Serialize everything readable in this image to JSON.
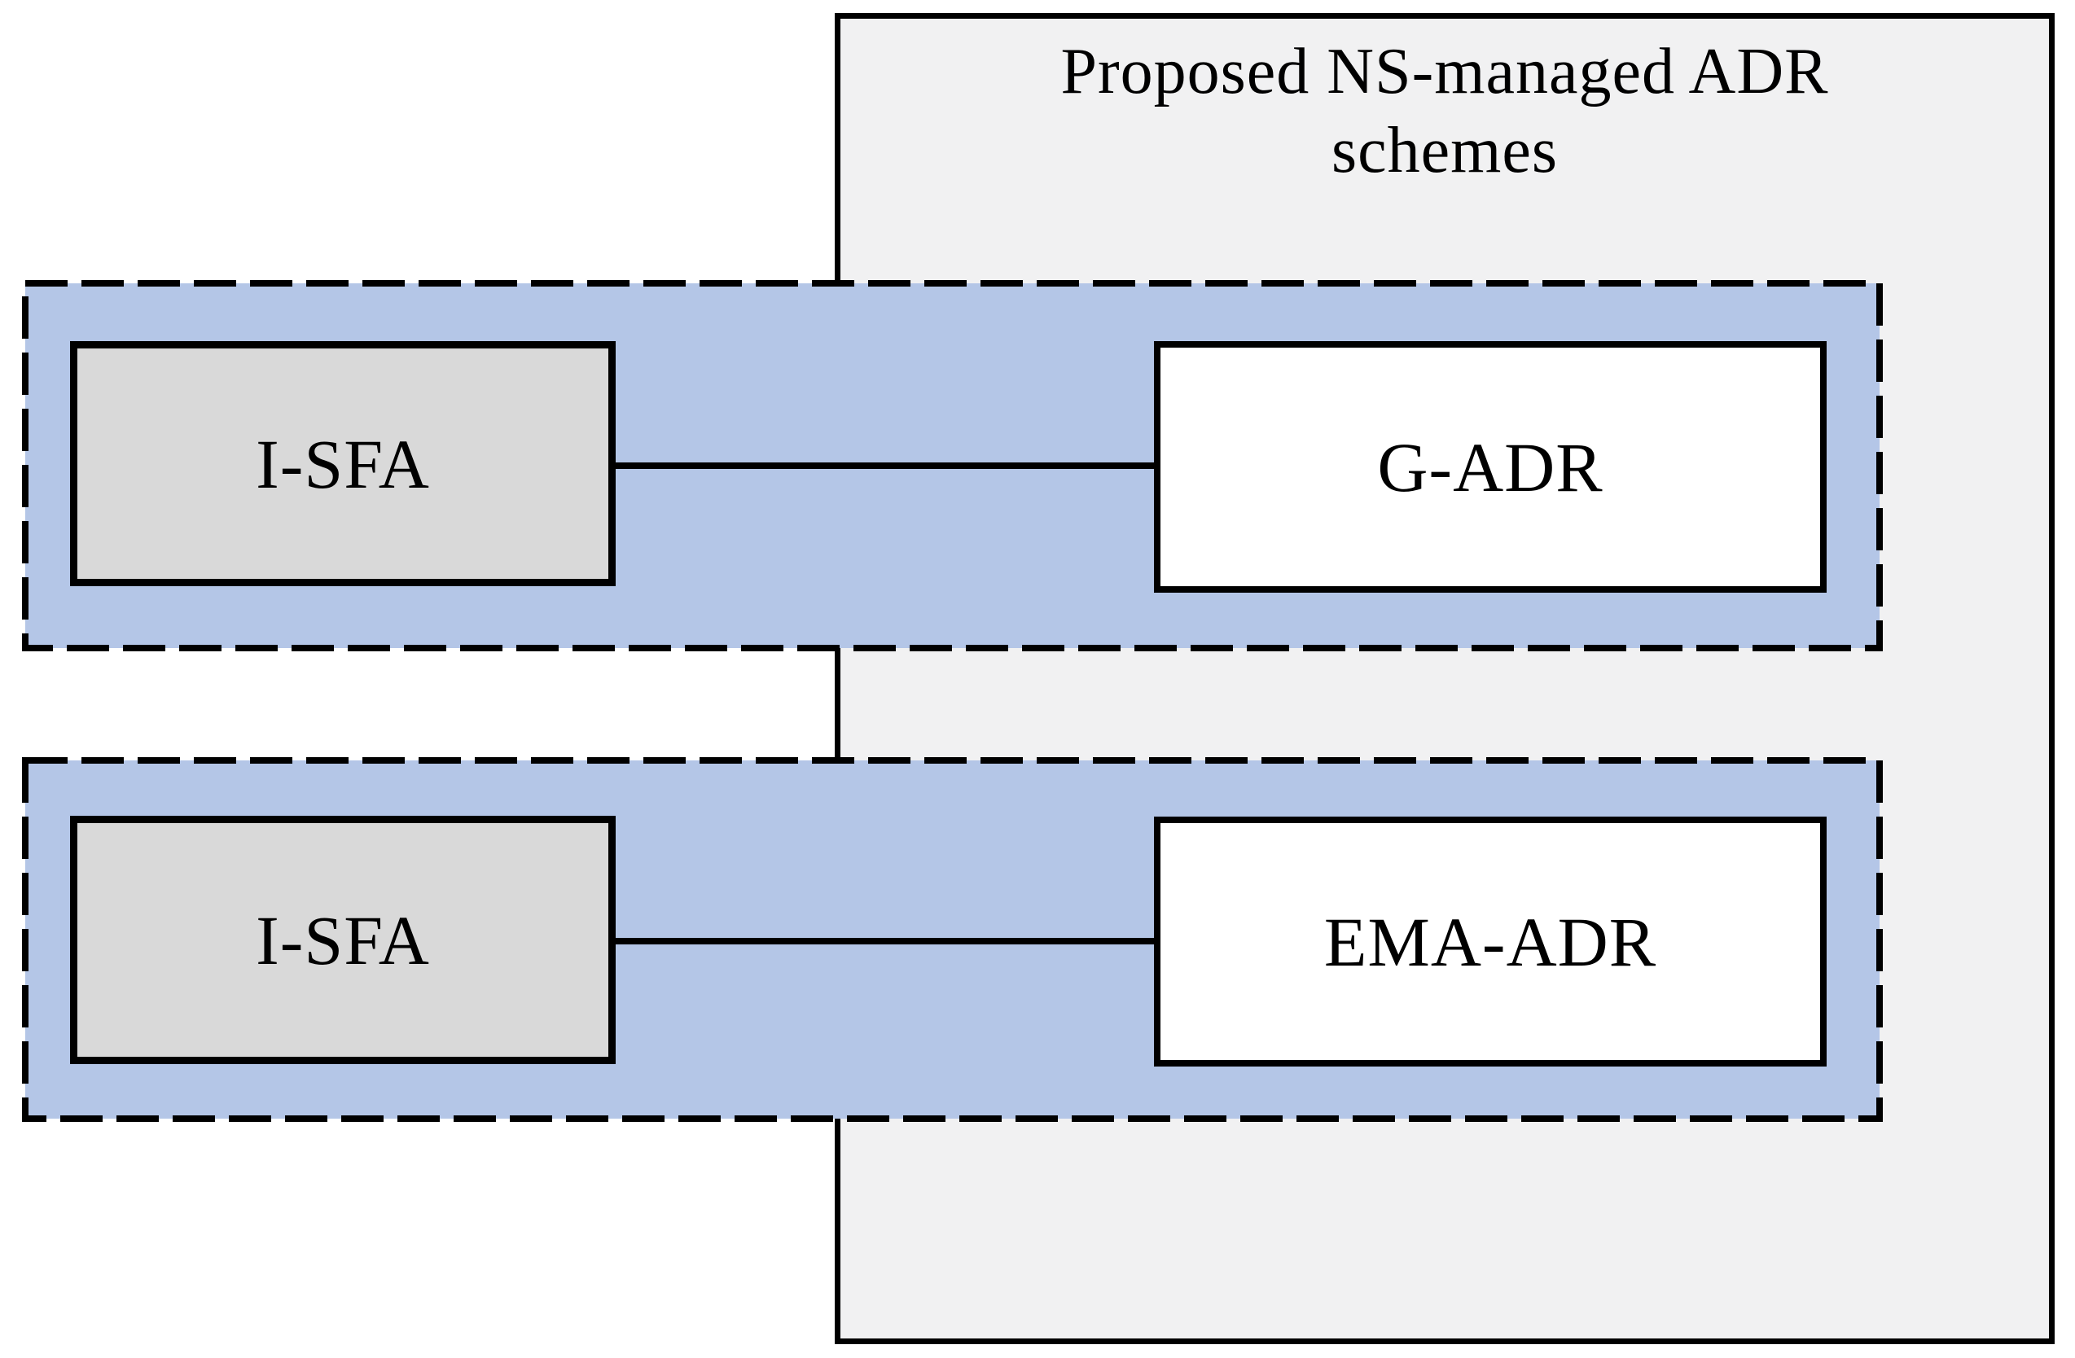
{
  "figure": {
    "title": "Proposed NS-managed ADR schemes"
  },
  "groups": [
    {
      "source_label": "I-SFA",
      "target_label": "G-ADR"
    },
    {
      "source_label": "I-SFA",
      "target_label": "EMA-ADR"
    }
  ],
  "colors": {
    "group_fill": "#B4C6E7",
    "source_fill": "#D9D9D9",
    "target_fill": "#FFFFFF",
    "container_fill": "#F1F1F2",
    "line": "#000000"
  }
}
